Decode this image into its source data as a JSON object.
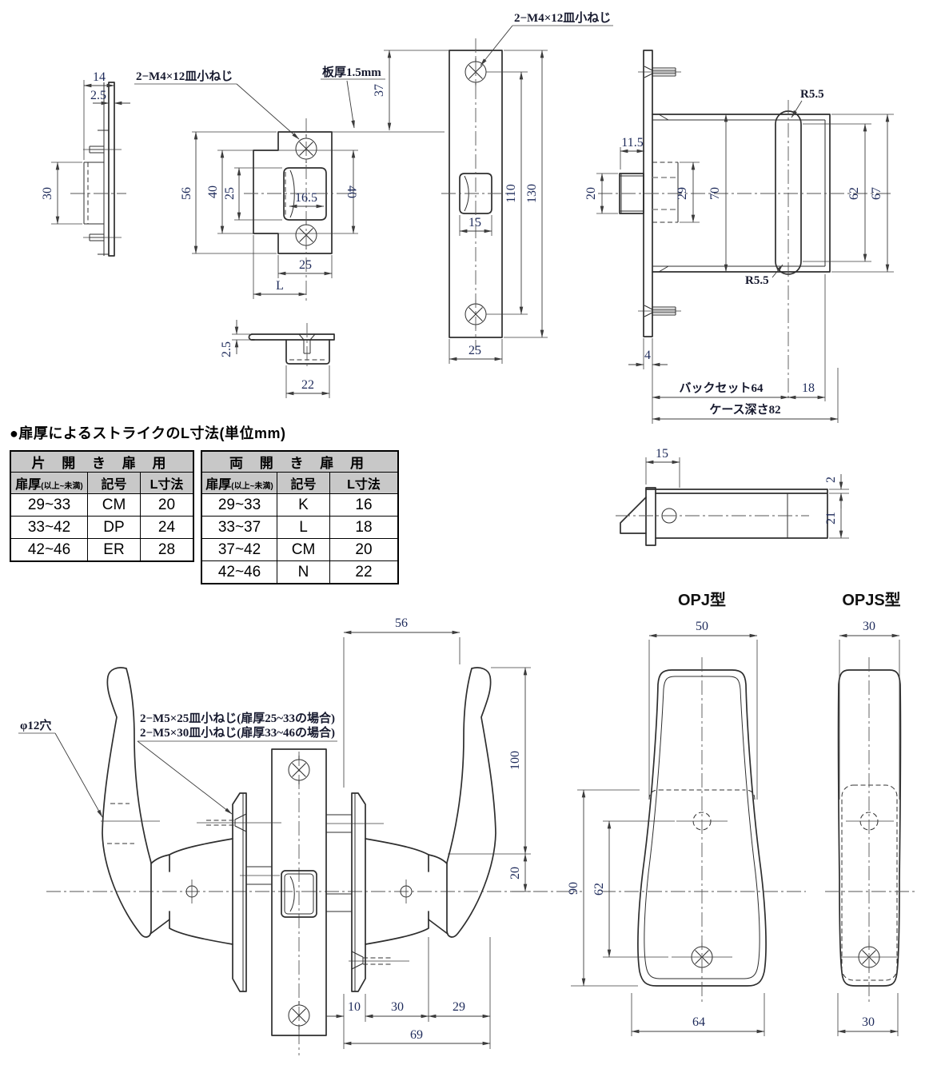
{
  "section_title": "●扉厚によるストライクのL寸法(単位mm)",
  "strike_side": {
    "depth": "14",
    "plate_thickness": "2.5",
    "box_height": "30"
  },
  "strike_front": {
    "screw_note": "2−M4×12皿小ねじ",
    "plate_note": "板厚1.5mm",
    "height": "56",
    "wing_height_left": "40",
    "opening_height": "25",
    "opening_width": "16.5",
    "wing_height_right": "40",
    "width": "25",
    "l_label": "L"
  },
  "strike_top": {
    "plate_thickness": "2.5",
    "box_width": "22"
  },
  "faceplate": {
    "screw_note": "2−M4×12皿小ねじ",
    "top_offset": "37",
    "screw_pitch": "110",
    "height": "130",
    "latch_width": "15",
    "width": "25"
  },
  "lock_case": {
    "latch_projection": "11.5",
    "latch_height": "20",
    "follower_height": "29",
    "case_height": "70",
    "radius_top": "R5.5",
    "radius_bottom": "R5.5",
    "hub_height": "62",
    "inner_height": "67",
    "plate_thickness": "4",
    "backset": "バックセット64",
    "hub_to_rear": "18",
    "case_depth": "ケース深さ82"
  },
  "latch_unit": {
    "head_length": "15",
    "lip_thickness": "2",
    "height": "21"
  },
  "lever": {
    "hole_note": "φ12穴",
    "screw_note_1": "2−M5×25皿小ねじ(扉厚25~33の場合)",
    "screw_note_2": "2−M5×30皿小ねじ(扉厚33~46の場合)",
    "grip_width": "56",
    "height_above": "100",
    "height_below": "20",
    "seg_10": "10",
    "seg_30": "30",
    "seg_29": "29",
    "total_69": "69"
  },
  "opj": {
    "title": "OPJ型",
    "top_width": "50",
    "height": "90",
    "screw_pitch": "62",
    "bottom_width": "64"
  },
  "opjs": {
    "title": "OPJS型",
    "top_width": "30",
    "bottom_width": "30"
  },
  "tables": {
    "single": {
      "title": "片 開 き 扉 用",
      "header": {
        "thickness": "扉厚",
        "thickness_range": "(以上~未満)",
        "symbol": "記号",
        "l_dim": "L寸法"
      },
      "rows": [
        {
          "range": "29~33",
          "symbol": "CM",
          "l": "20"
        },
        {
          "range": "33~42",
          "symbol": "DP",
          "l": "24"
        },
        {
          "range": "42~46",
          "symbol": "ER",
          "l": "28"
        }
      ]
    },
    "double": {
      "title": "両 開 き 扉 用",
      "header": {
        "thickness": "扉厚",
        "thickness_range": "(以上~未満)",
        "symbol": "記号",
        "l_dim": "L寸法"
      },
      "rows": [
        {
          "range": "29~33",
          "symbol": "K",
          "l": "16"
        },
        {
          "range": "33~37",
          "symbol": "L",
          "l": "18"
        },
        {
          "range": "37~42",
          "symbol": "CM",
          "l": "20"
        },
        {
          "range": "42~46",
          "symbol": "N",
          "l": "22"
        }
      ]
    }
  }
}
